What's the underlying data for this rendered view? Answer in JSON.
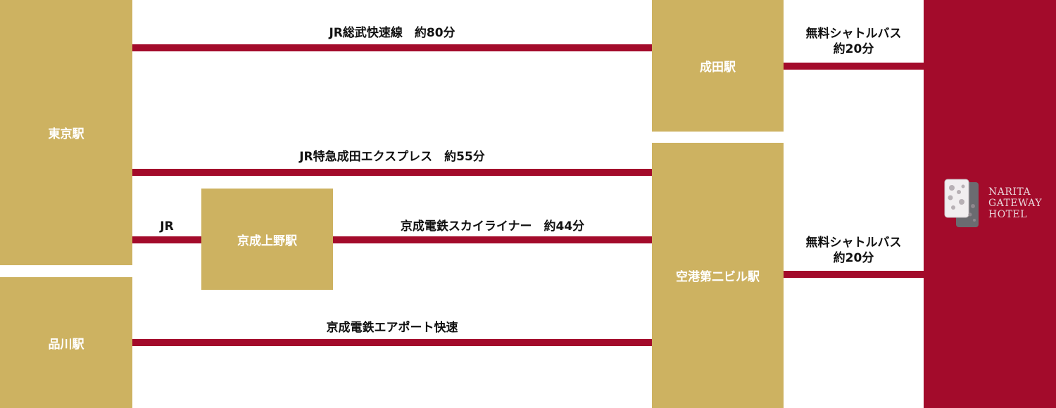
{
  "colors": {
    "station": "#cdb261",
    "route": "#a30b2b",
    "hotel_bg": "#a30b2b"
  },
  "stations": {
    "tokyo": "東京駅",
    "shinagawa": "品川駅",
    "keisei_ueno": "京成上野駅",
    "narita": "成田駅",
    "airport_t2": "空港第二ビル駅"
  },
  "routes": {
    "jr_sobu": "JR総武快速線　約80分",
    "narita_express": "JR特急成田エクスプレス　約55分",
    "jr": "JR",
    "skyliner": "京成電鉄スカイライナー　約44分",
    "access_express": "京成電鉄エアポート快速"
  },
  "shuttles": {
    "narita": {
      "line1": "無料シャトルバス",
      "line2": "約20分"
    },
    "airport": {
      "line1": "無料シャトルバス",
      "line2": "約20分"
    }
  },
  "hotel": {
    "logo_line1": "Narita",
    "logo_line2": "Gateway",
    "logo_line3": "Hotel",
    "logo_icon": "hotel-logo-icon"
  }
}
